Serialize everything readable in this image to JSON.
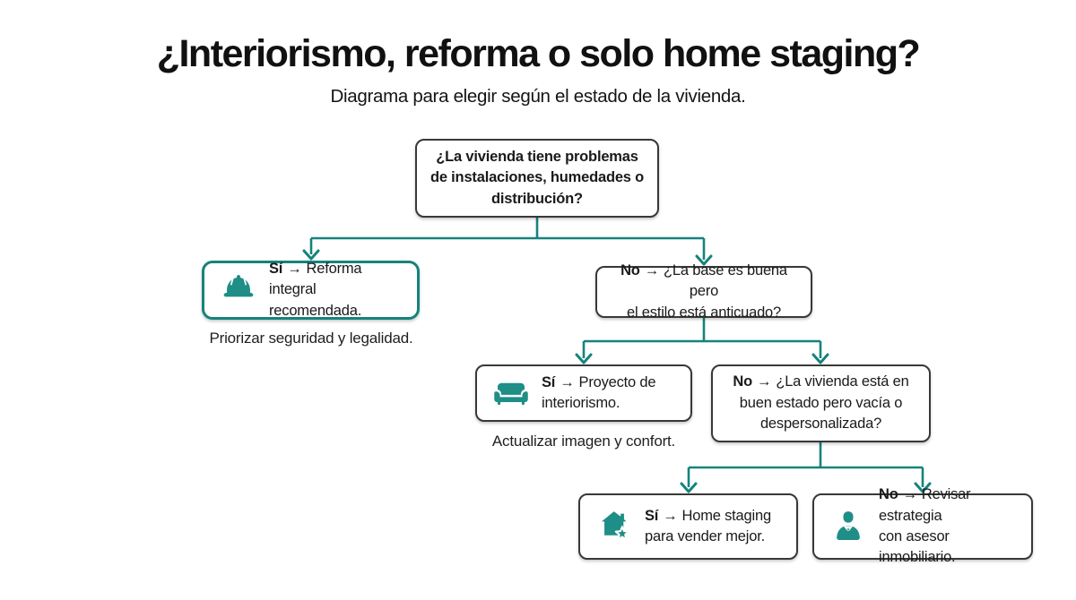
{
  "header": {
    "title": "¿Interiorismo, reforma o solo home staging?",
    "subtitle": "Diagrama para elegir según el estado de la vivienda."
  },
  "colors": {
    "accent_teal": "#15837C",
    "icon_teal": "#1E8E87",
    "box_border": "#383838",
    "text": "#1A1A1A",
    "background": "#FFFFFF"
  },
  "nodes": {
    "root": {
      "text": "¿La vivienda tiene problemas\nde instalaciones, humedades o\ndistribución?"
    },
    "q2": {
      "prefix": "No",
      "arrow": "→",
      "text": "¿La base es buena pero\nel estilo está anticuado?"
    },
    "q3": {
      "prefix": "No",
      "arrow": "→",
      "text": "¿La vivienda está en\nbuen estado pero vacía o\ndespersonalizada?"
    },
    "reforma": {
      "icon": "hard-hat-icon",
      "prefix": "Sí",
      "arrow": "→",
      "text": "Reforma integral\nrecomendada.",
      "caption": "Priorizar seguridad y legalidad."
    },
    "interiorismo": {
      "icon": "couch-icon",
      "prefix": "Sí",
      "arrow": "→",
      "text": "Proyecto de\ninteriorismo.",
      "caption": "Actualizar imagen y confort."
    },
    "homestaging": {
      "icon": "house-star-icon",
      "prefix": "Sí",
      "arrow": "→",
      "text": "Home staging\npara vender mejor."
    },
    "asesor": {
      "icon": "person-icon",
      "prefix": "No",
      "arrow": "→",
      "text": "Revisar estrategia\ncon asesor inmobiliario."
    }
  }
}
